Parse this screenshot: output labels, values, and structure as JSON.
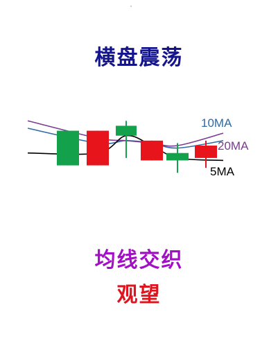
{
  "title": "横盘震荡",
  "caption_line1": "均线交织",
  "caption_line2": "观望",
  "chart_data": {
    "type": "candlestick",
    "candles": [
      {
        "open": 108,
        "close": 94,
        "high": 108,
        "low": 94,
        "color": "#13a24b"
      },
      {
        "open": 94,
        "close": 108,
        "high": 108,
        "low": 94,
        "color": "#e8141c"
      },
      {
        "open": 106,
        "close": 110,
        "high": 112,
        "low": 97,
        "color": "#13a24b"
      },
      {
        "open": 96,
        "close": 104,
        "high": 104,
        "low": 96,
        "color": "#e8141c"
      },
      {
        "open": 99,
        "close": 96,
        "high": 103,
        "low": 91,
        "color": "#13a24b"
      },
      {
        "open": 97,
        "close": 102,
        "high": 104,
        "low": 93,
        "color": "#e8141c"
      }
    ],
    "series": [
      {
        "name": "10MA",
        "color": "#2e6aa6",
        "values": [
          109,
          103,
          104,
          103,
          101,
          104
        ]
      },
      {
        "name": "20MA",
        "color": "#7a3c8e",
        "values": [
          112,
          105,
          104,
          103,
          102,
          107
        ]
      },
      {
        "name": "5MA",
        "color": "#000000",
        "values": [
          99,
          99,
          106,
          102,
          97,
          96
        ]
      }
    ],
    "ylim": [
      88,
      116
    ],
    "grid": false
  }
}
